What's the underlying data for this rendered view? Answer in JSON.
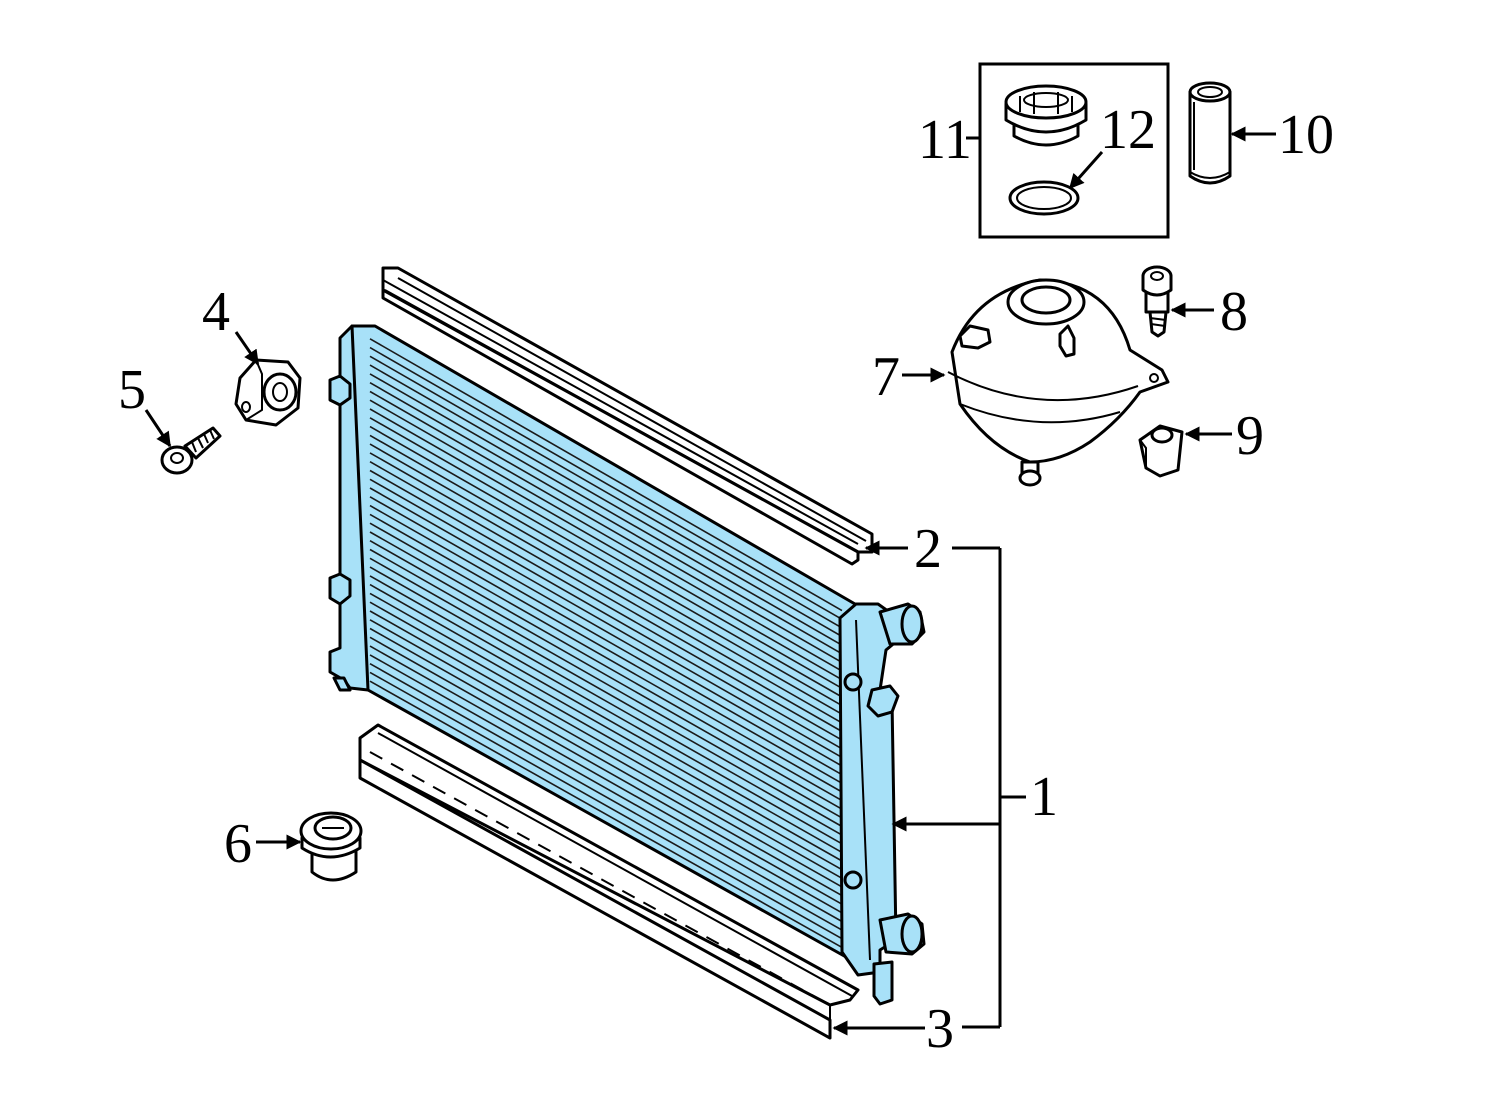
{
  "diagram": {
    "highlight_color": "#a8e1f8",
    "line_color": "#000000",
    "background": "#ffffff",
    "callouts": {
      "c1": "1",
      "c2": "2",
      "c3": "3",
      "c4": "4",
      "c5": "5",
      "c6": "6",
      "c7": "7",
      "c8": "8",
      "c9": "9",
      "c10": "10",
      "c11": "11",
      "c12": "12"
    }
  }
}
